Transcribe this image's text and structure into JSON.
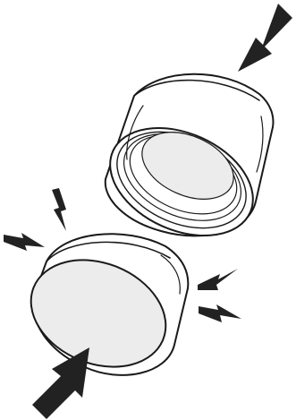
{
  "diagram": {
    "parts": [
      "threaded-cap",
      "round-insert"
    ],
    "arrows": [
      "push-arrow-top-right",
      "push-arrow-bottom-left"
    ],
    "effects": [
      "spark-top-left",
      "spark-left",
      "spark-right-upper",
      "spark-right-lower"
    ],
    "colors": {
      "stroke": "#1a1a1a",
      "fill": "#ffffff",
      "face": "#ececec",
      "arrow": "#222222"
    }
  }
}
